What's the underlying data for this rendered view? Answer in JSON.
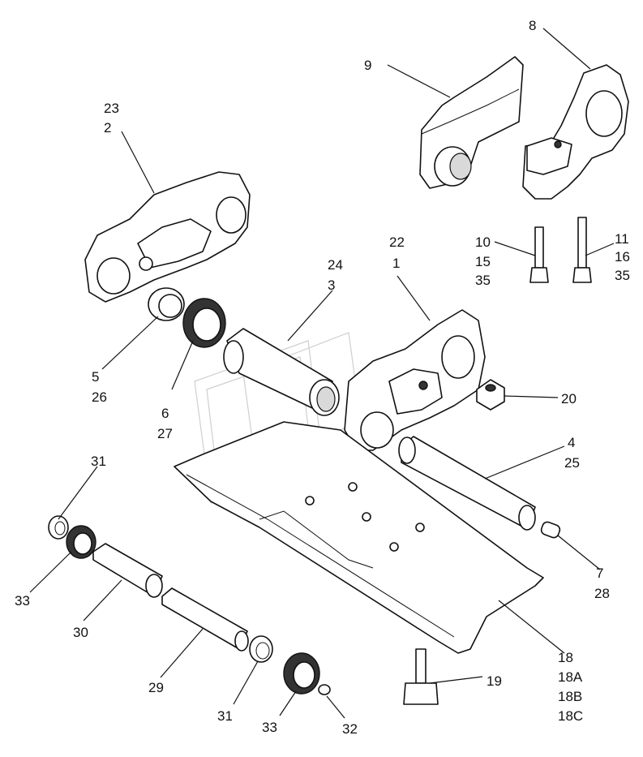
{
  "diagram": {
    "callouts": {
      "c9": "9",
      "c8": "8",
      "c23": "23",
      "c2": "2",
      "c22": "22",
      "c1": "1",
      "c24": "24",
      "c3": "3",
      "c10": "10",
      "c15": "15",
      "c35a": "35",
      "c11": "11",
      "c16": "16",
      "c35b": "35",
      "c5": "5",
      "c26": "26",
      "c6": "6",
      "c27": "27",
      "c20": "20",
      "c4": "4",
      "c25": "25",
      "c31a": "31",
      "c33a": "33",
      "c30": "30",
      "c7": "7",
      "c28": "28",
      "c29": "29",
      "c31b": "31",
      "c33b": "33",
      "c32": "32",
      "c18": "18",
      "c18A": "18A",
      "c18B": "18B",
      "c18C": "18C",
      "c19": "19"
    }
  }
}
